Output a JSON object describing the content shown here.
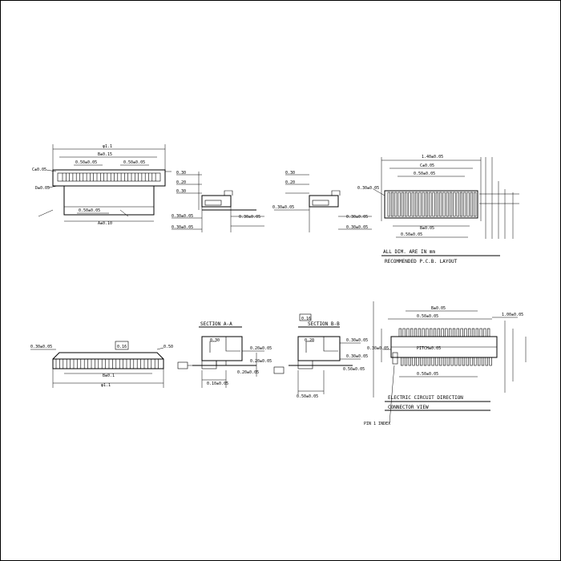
{
  "drawing": {
    "top_front_view": {
      "overall_width": "φ1.1",
      "inner_width": "B±0.15",
      "dim_top": "0.50±0.05",
      "dim_right": "0.50±0.05",
      "left_label_a": "C±0.05",
      "left_label_b": "D±0.05",
      "pitch_dim": "0.50±0.05",
      "bottom_dim": "A±0.10"
    },
    "side_view_1": {
      "d1": "0.30",
      "d2": "0.20",
      "d3": "0.30",
      "d4": "0.30±0.05",
      "d5": "0.30±0.05",
      "d6": "0.30±0.05"
    },
    "side_view_2": {
      "d1": "0.30",
      "d2": "0.20",
      "d3": "0.30±0.05",
      "d4": "0.30±0.05",
      "d5": "0.30±0.05"
    },
    "pcb_layout": {
      "d_top1": "1.40±0.05",
      "d_top2": "C±0.05",
      "d_top3": "0.50±0.05",
      "d_left": "0.30±0.05",
      "d_bot1": "B±0.05",
      "d_bot2": "0.50±0.05",
      "caption1": "ALL DIM. ARE IN mm",
      "caption2": "RECOMMENDED P.C.B. LAYOUT"
    },
    "bottom_front_view": {
      "box_label": "0.16",
      "left_dim": "0.30±0.05",
      "right_label": "0.50",
      "inner_width": "B±0.1",
      "overall_width": "φ1.1"
    },
    "section_a": {
      "title": "SECTION A-A",
      "d1": "0.30",
      "d2": "0.20±0.05",
      "d3": "0.20±0.05",
      "d4": "0.20±0.05",
      "d5": "0.10±0.05"
    },
    "section_b": {
      "title": "SECTION B-B",
      "box_label": "0.16",
      "d1": "0.20",
      "d2": "0.30±0.05",
      "d3": "0.30±0.05",
      "d4": "0.50±0.05",
      "bottom_label": "0.50±0.05"
    },
    "pinout_view": {
      "d_top1": "B±0.05",
      "d_top2": "0.50±0.05",
      "d_mid": "PITCH±0.05",
      "d_bot": "0.50±0.05",
      "d_left": "0.30±0.05",
      "d_right": "1.00±0.05",
      "caption1": "ELECTRIC CIRCUIT DIRECTION",
      "caption2": "CONNECTOR VIEW",
      "pin_label": "PIN 1 INDEX"
    }
  }
}
